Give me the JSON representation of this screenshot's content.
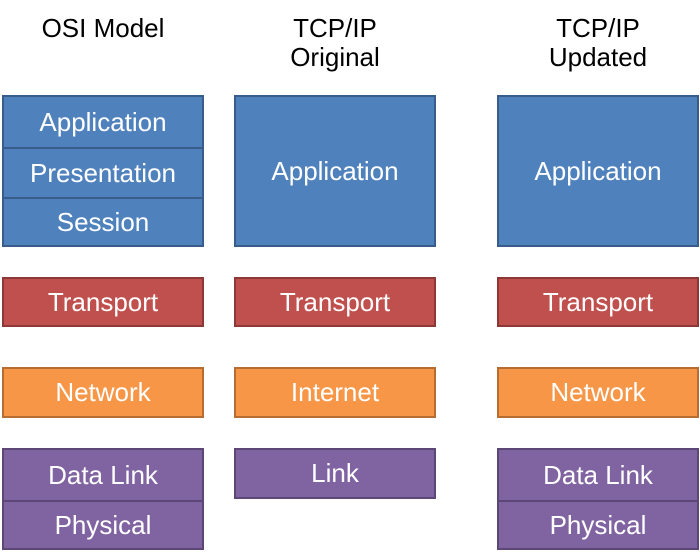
{
  "columns": [
    {
      "title": "OSI Model",
      "application_layers": [
        "Application",
        "Presentation",
        "Session"
      ],
      "transport": "Transport",
      "network": "Network",
      "link_layers": [
        "Data Link",
        "Physical"
      ]
    },
    {
      "title": "TCP/IP\nOriginal",
      "application_layers": [
        "Application"
      ],
      "transport": "Transport",
      "network": "Internet",
      "link_layers": [
        "Link"
      ]
    },
    {
      "title": "TCP/IP\nUpdated",
      "application_layers": [
        "Application"
      ],
      "transport": "Transport",
      "network": "Network",
      "link_layers": [
        "Data Link",
        "Physical"
      ]
    }
  ],
  "colors": {
    "application": "#4f81bd",
    "transport": "#c0504d",
    "network": "#f79646",
    "link": "#8064a2"
  }
}
